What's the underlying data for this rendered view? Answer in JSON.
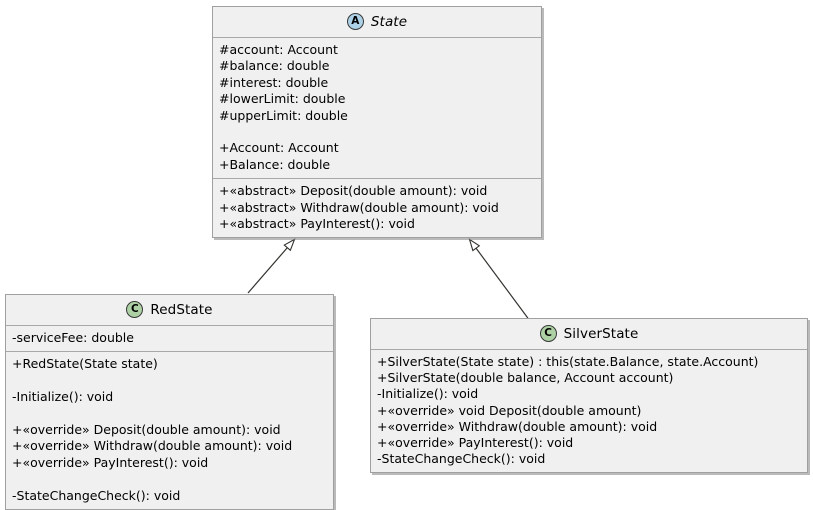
{
  "diagram": {
    "type": "uml-class-diagram",
    "background": "#ffffff",
    "box_fill": "#f0f0f0",
    "box_border": "#a0a0a0",
    "abstract_badge_color": "#add1e6",
    "class_badge_color": "#add1a4",
    "classes": [
      {
        "id": "state",
        "name": "State",
        "stereotype": "abstract",
        "badge_letter": "A",
        "italic_title": true,
        "attributes": [
          "#account: Account",
          "#balance: double",
          "#interest: double",
          "#lowerLimit: double",
          "#upperLimit: double",
          "",
          "+Account: Account",
          "+Balance: double"
        ],
        "methods": [
          "+«abstract» Deposit(double amount): void",
          "+«abstract» Withdraw(double amount): void",
          "+«abstract» PayInterest(): void"
        ]
      },
      {
        "id": "redstate",
        "name": "RedState",
        "stereotype": "class",
        "badge_letter": "C",
        "italic_title": false,
        "attributes": [
          "-serviceFee: double"
        ],
        "methods": [
          "+RedState(State state)",
          "",
          "-Initialize(): void",
          "",
          "+«override» Deposit(double amount): void",
          "+«override» Withdraw(double amount): void",
          "+«override» PayInterest(): void",
          "",
          "-StateChangeCheck(): void"
        ]
      },
      {
        "id": "silverstate",
        "name": "SilverState",
        "stereotype": "class",
        "badge_letter": "C",
        "italic_title": false,
        "attributes": [],
        "methods": [
          "+SilverState(State state) : this(state.Balance, state.Account)",
          "+SilverState(double balance, Account account)",
          "-Initialize(): void",
          "+«override» void Deposit(double amount)",
          "+«override» Withdraw(double amount): void",
          "+«override» PayInterest(): void",
          "-StateChangeCheck(): void"
        ]
      }
    ],
    "relationships": [
      {
        "id": "red-to-state",
        "kind": "generalization",
        "from": "RedState",
        "to": "State",
        "arrowhead": "hollow-triangle"
      },
      {
        "id": "silver-to-state",
        "kind": "generalization",
        "from": "SilverState",
        "to": "State",
        "arrowhead": "hollow-triangle"
      }
    ]
  }
}
